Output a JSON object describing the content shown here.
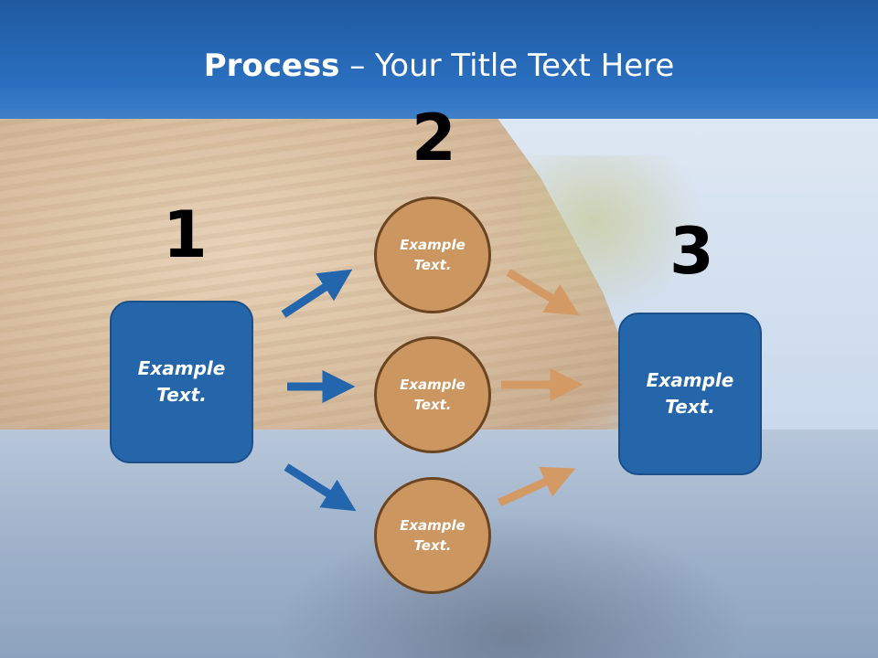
{
  "title": {
    "bold": "Process",
    "rest": " – Your Title Text Here"
  },
  "steps": {
    "one": {
      "number": "1",
      "text": "Example Text."
    },
    "two": {
      "number": "2"
    },
    "three": {
      "number": "3",
      "text": "Example Text."
    }
  },
  "circles": [
    {
      "text": "Example Text."
    },
    {
      "text": "Example Text."
    },
    {
      "text": "Example Text."
    }
  ],
  "colors": {
    "title_bar": "#2566ab",
    "box_fill": "#2566ab",
    "circle_fill": "#cc9660",
    "circle_border": "#6b4522",
    "blue_arrow": "#2466ad",
    "orange_arrow": "#d39a65"
  }
}
